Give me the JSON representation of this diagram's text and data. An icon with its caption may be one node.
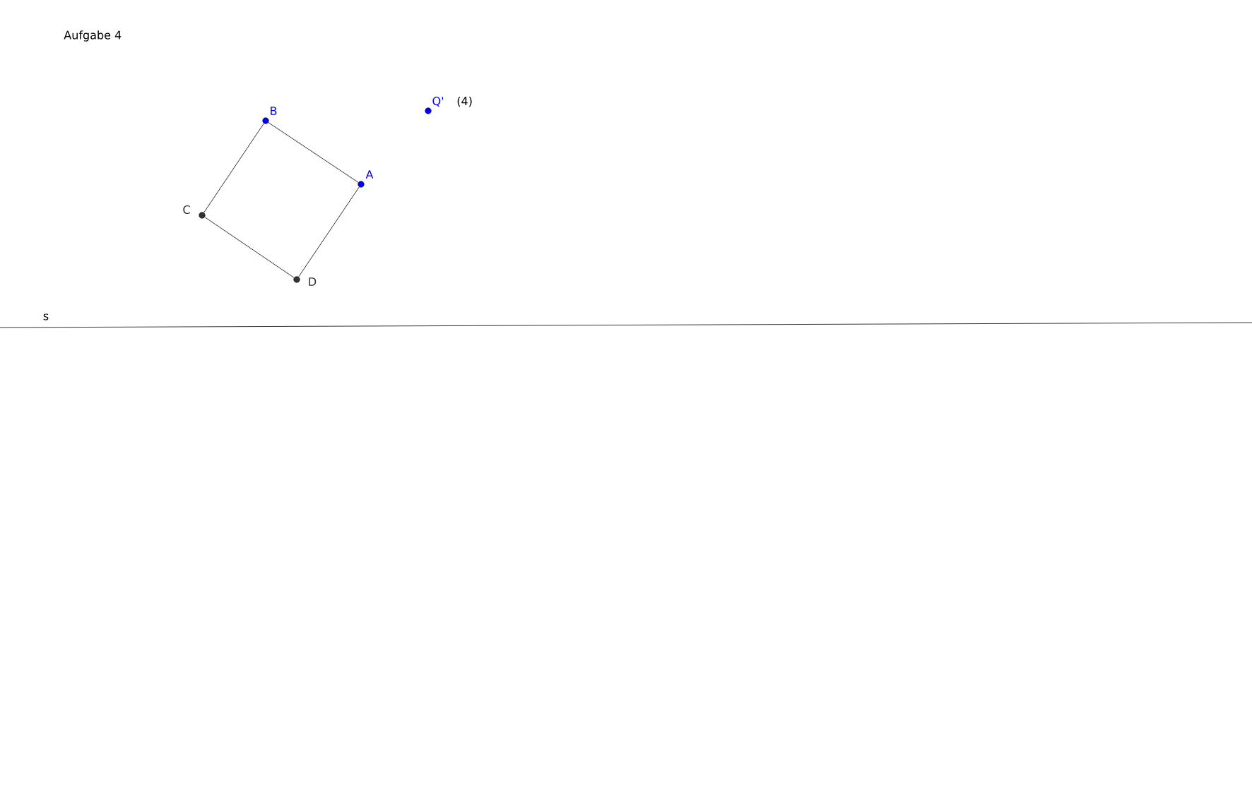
{
  "diagram": {
    "title": "Aufgabe 4",
    "nodes": [
      {
        "text": [
          "A"
        ]
      },
      {
        "text": [
          "B"
        ]
      },
      {
        "text": [
          "C"
        ]
      },
      {
        "text": [
          "D"
        ]
      },
      {
        "text": [
          "Q'"
        ],
        "beside": [
          "(4)"
        ]
      }
    ],
    "edges": [
      {
        "from": 1,
        "to": 0,
        "arrow": "none"
      },
      {
        "from": 0,
        "to": 3,
        "arrow": "none"
      },
      {
        "from": 3,
        "to": 2,
        "arrow": "none"
      },
      {
        "from": 2,
        "to": 1,
        "arrow": "none"
      }
    ],
    "labels": [
      "s"
    ]
  }
}
